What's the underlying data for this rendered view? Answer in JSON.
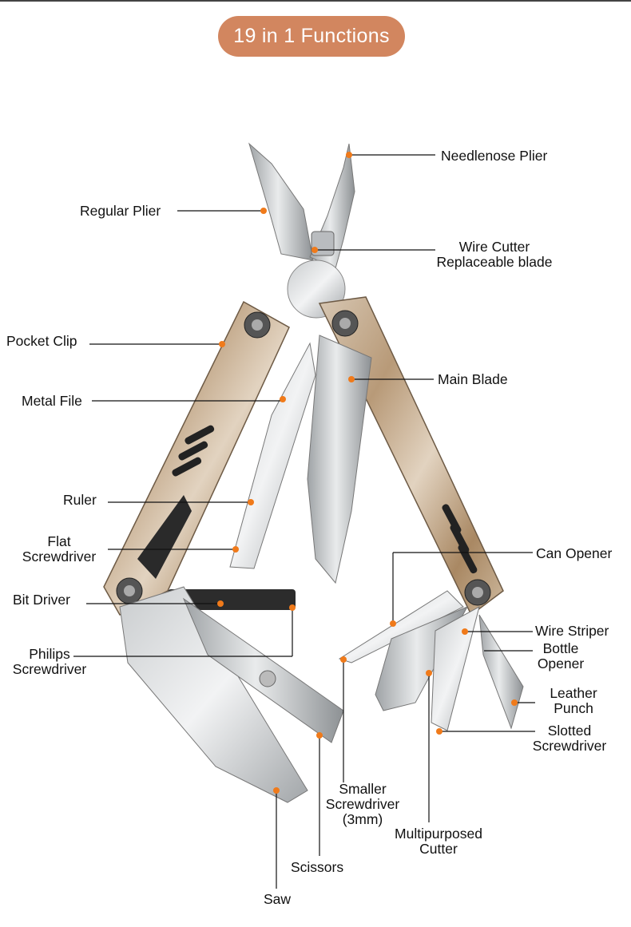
{
  "title": "19 in 1 Functions",
  "accent_color": "#d2865f",
  "marker_color": "#f07a1a",
  "labels": {
    "needlenose_plier": "Needlenose Plier",
    "regular_plier": "Regular Plier",
    "wire_cutter": "Wire Cutter",
    "replaceable_blade": "Replaceable blade",
    "pocket_clip": "Pocket Clip",
    "main_blade": "Main Blade",
    "metal_file": "Metal File",
    "ruler": "Ruler",
    "flat": "Flat",
    "screwdriver": "Screwdriver",
    "can_opener": "Can Opener",
    "bit_driver": "Bit Driver",
    "wire_striper": "Wire Striper",
    "bottle": "Bottle",
    "opener": "Opener",
    "philips": "Philips",
    "leather": "Leather",
    "punch": "Punch",
    "slotted": "Slotted",
    "smaller": "Smaller",
    "screwdriver_3mm_line": "Screwdriver",
    "size_3mm": "(3mm)",
    "multipurposed": "Multipurposed",
    "cutter": "Cutter",
    "scissors": "Scissors",
    "saw": "Saw"
  }
}
